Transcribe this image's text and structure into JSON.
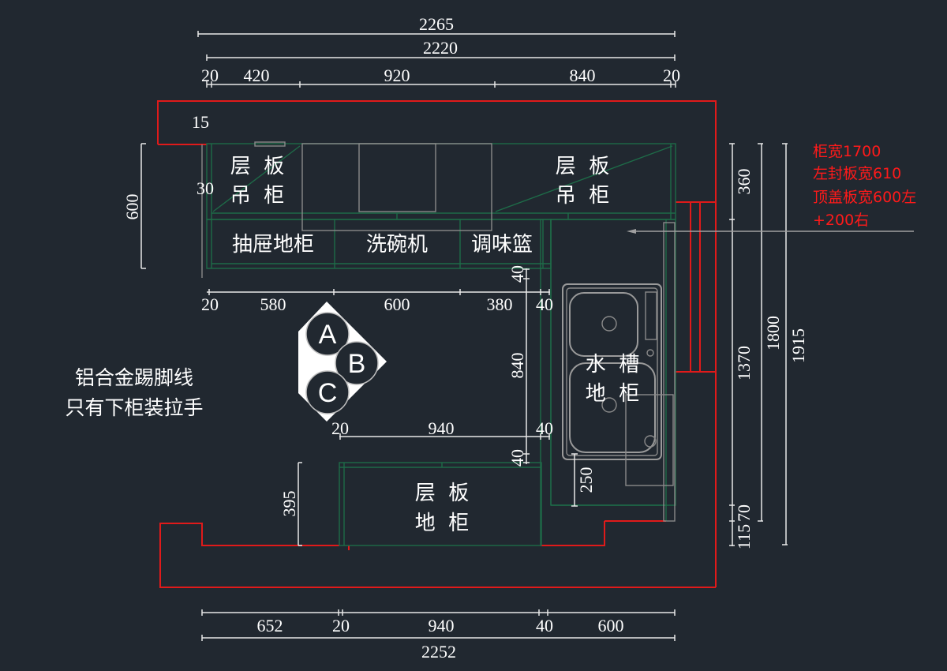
{
  "drawing": {
    "title": "Kitchen cabinet plan",
    "colors": {
      "background": "#212830",
      "wall": "#e01a1a",
      "cabinet": "#1e6b48",
      "dimension": "#e8e8e8",
      "appliance": "#8a8a8a",
      "note_red": "#ff1a1a"
    },
    "top_dimensions": {
      "overall": "2265",
      "second": "2220",
      "segments": [
        "20",
        "420",
        "920",
        "840",
        "20"
      ]
    },
    "upper_row_segments": [
      "20",
      "580",
      "600",
      "380",
      "40"
    ],
    "middle_row_segments": [
      "20",
      "940",
      "40"
    ],
    "bottom_dimensions": {
      "segments": [
        "652",
        "20",
        "940",
        "40",
        "600"
      ],
      "overall": "2252"
    },
    "left_dimensions": {
      "upper_cabinet_depth": "600",
      "gap_top": "15",
      "gap_side": "30",
      "lower_cabinet_depth": "395"
    },
    "center_dimensions": {
      "v_top": "40",
      "v_mid": "840",
      "v_bottom": "40",
      "sink_offset": "250"
    },
    "right_dimensions": {
      "d360": "360",
      "d1370": "1370",
      "d1800": "1800",
      "d1915": "1915",
      "d115": "115",
      "d70": "70"
    },
    "cabinet_labels": {
      "wall_cabinet_left": [
        "层  板",
        "吊  柜"
      ],
      "wall_cabinet_right": [
        "层  板",
        "吊  柜"
      ],
      "drawer_base": "抽屉地柜",
      "dishwasher": "洗碗机",
      "spice_basket": "调味篮",
      "sink_base": [
        "水  槽",
        "地  柜"
      ],
      "shelf_base": [
        "层  板",
        "地  柜"
      ]
    },
    "notes": [
      "铝合金踢脚线",
      "只有下柜装拉手"
    ],
    "red_notes": [
      "柜宽1700",
      "左封板宽610",
      "顶盖板宽600左",
      "+200右"
    ],
    "markers": [
      "A",
      "B",
      "C"
    ]
  }
}
